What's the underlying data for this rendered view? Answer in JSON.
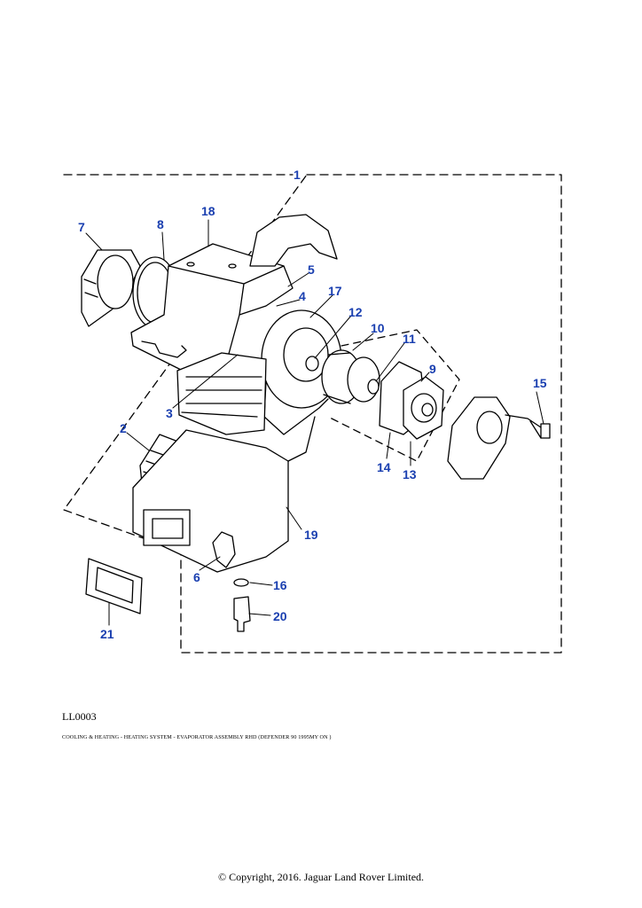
{
  "diagram_code": "LL0003",
  "caption": "COOLING & HEATING - HEATING SYSTEM - EVAPORATOR ASSEMBLY RHD (DEFENDER 90 1995MY ON )",
  "copyright": "© Copyright, 2016. Jaguar Land Rover Limited.",
  "callout_color": "#1a3fb0",
  "callouts": {
    "c1": "1",
    "c2": "2",
    "c3": "3",
    "c4": "4",
    "c5": "5",
    "c6": "6",
    "c7": "7",
    "c8": "8",
    "c9": "9",
    "c10": "10",
    "c11": "11",
    "c12": "12",
    "c13": "13",
    "c14": "14",
    "c15": "15",
    "c16": "16",
    "c17": "17",
    "c18": "18",
    "c19": "19",
    "c20": "20",
    "c21": "21"
  }
}
